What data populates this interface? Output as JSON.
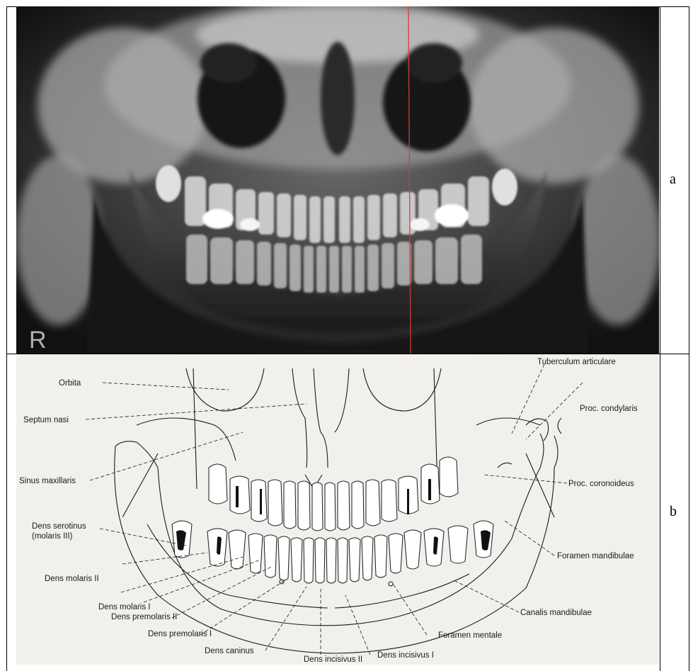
{
  "panels": {
    "top_letter": "a",
    "bottom_letter": "b",
    "xray_marker": "R"
  },
  "labels": {
    "orbita": "Orbita",
    "septum_nasi": "Septum nasi",
    "sinus_maxillaris": "Sinus maxillaris",
    "dens_serotinus": "Dens serotinus",
    "molaris_iii": "(molaris III)",
    "dens_molaris_ii": "Dens molaris II",
    "dens_molaris_i": "Dens molaris I",
    "dens_premolaris_ii": "Dens premolaris II",
    "dens_premolaris_i": "Dens premolaris I",
    "dens_caninus": "Dens caninus",
    "dens_incisivus_ii": "Dens incisivus II",
    "dens_incisivus_i": "Dens incisivus I",
    "foramen_mentale": "Foramen mentale",
    "canalis_mandibulae": "Canalis mandibulae",
    "foramen_mandibulae": "Foramen mandibulae",
    "proc_coronoideus": "Proc. coronoideus",
    "proc_condylaris": "Proc. condylaris",
    "tuberculum_articulare": "Tuberculum articulare"
  },
  "colors": {
    "xray_background": "#0d0d0d",
    "paper": "#f2f0ec",
    "ink": "#1a1a1a",
    "red_line": "#d83a3a"
  }
}
